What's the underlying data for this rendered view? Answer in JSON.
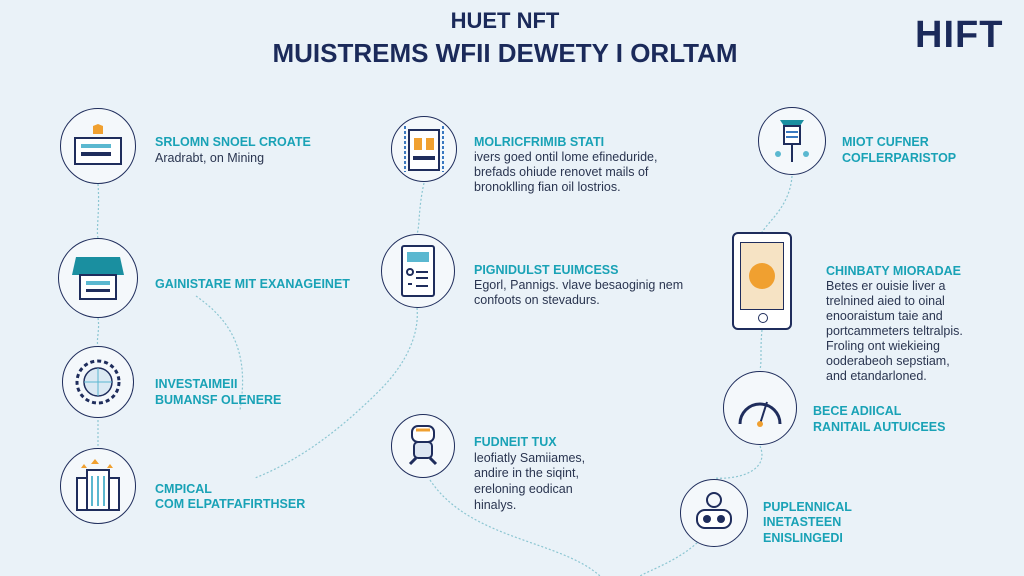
{
  "header": {
    "title_line1": "HUET NFT",
    "title_line2": "MUISTREMS WFII DEWETY I ORLTAM",
    "logo": "HIFT"
  },
  "colors": {
    "background": "#eaf2f8",
    "navy": "#1b2a5a",
    "teal": "#19a2b6",
    "orange": "#f0a030"
  },
  "left": [
    {
      "icon": "server-icon",
      "title": [
        "SRLOMN SNOEL CROATE"
      ],
      "body": [
        "Aradrabt, on Mining"
      ]
    },
    {
      "icon": "hardware-icon",
      "title": [
        "GAINISTARE MIT EXANAGEINET"
      ],
      "body": []
    },
    {
      "icon": "gear-globe-icon",
      "title": [
        "INVESTAIMEII",
        "BUMANSF OLENERE"
      ],
      "body": []
    },
    {
      "icon": "buildings-icon",
      "title": [
        "CMPICAL",
        "COM ELPATFAFIRTHSER"
      ],
      "body": []
    }
  ],
  "middle": [
    {
      "icon": "building-icon",
      "title": [
        "MOLRICFRIMIB STATI"
      ],
      "body": [
        "ivers goed ontil lome efineduride,",
        "brefads ohiude renovet mails of",
        "bronoklling fian oil lostrios."
      ]
    },
    {
      "icon": "document-icon",
      "title": [
        "PIGNIDULST EUIMCESS"
      ],
      "body": [
        "Egorl, Pannigs. vlave besaoginig nem",
        "confoots on stevadurs."
      ]
    },
    {
      "icon": "robot-icon",
      "title": [
        "FUDNEIT TUX"
      ],
      "body": [
        "leofiatly Samiiames,",
        "andire in the siqint,",
        "ereloning eodican",
        "hinalys."
      ]
    }
  ],
  "right": [
    {
      "icon": "lightbulb-icon",
      "title": [
        "MIOT CUFNER",
        "COFLERPARISTOP"
      ],
      "body": []
    },
    {
      "icon": "tablet-icon",
      "title": [
        "CHINBATY MIORADAE"
      ],
      "body": [
        "Betes er ouisie liver a",
        "trelnined aied to oinal",
        "enooraistum taie and",
        "portcammeters teltralpis.",
        "Froling ont wiekieing",
        "ooderabeoh sepstiam,",
        "and etandarloned."
      ]
    },
    {
      "icon": "gauge-icon",
      "title": [
        "BECE ADIICAL",
        "RANITAIL AUTUICEES"
      ],
      "body": []
    },
    {
      "icon": "face-icon",
      "title": [
        "PUPLENNICAL",
        "INETASTEEN",
        "ENISLINGEDI"
      ],
      "body": []
    }
  ]
}
